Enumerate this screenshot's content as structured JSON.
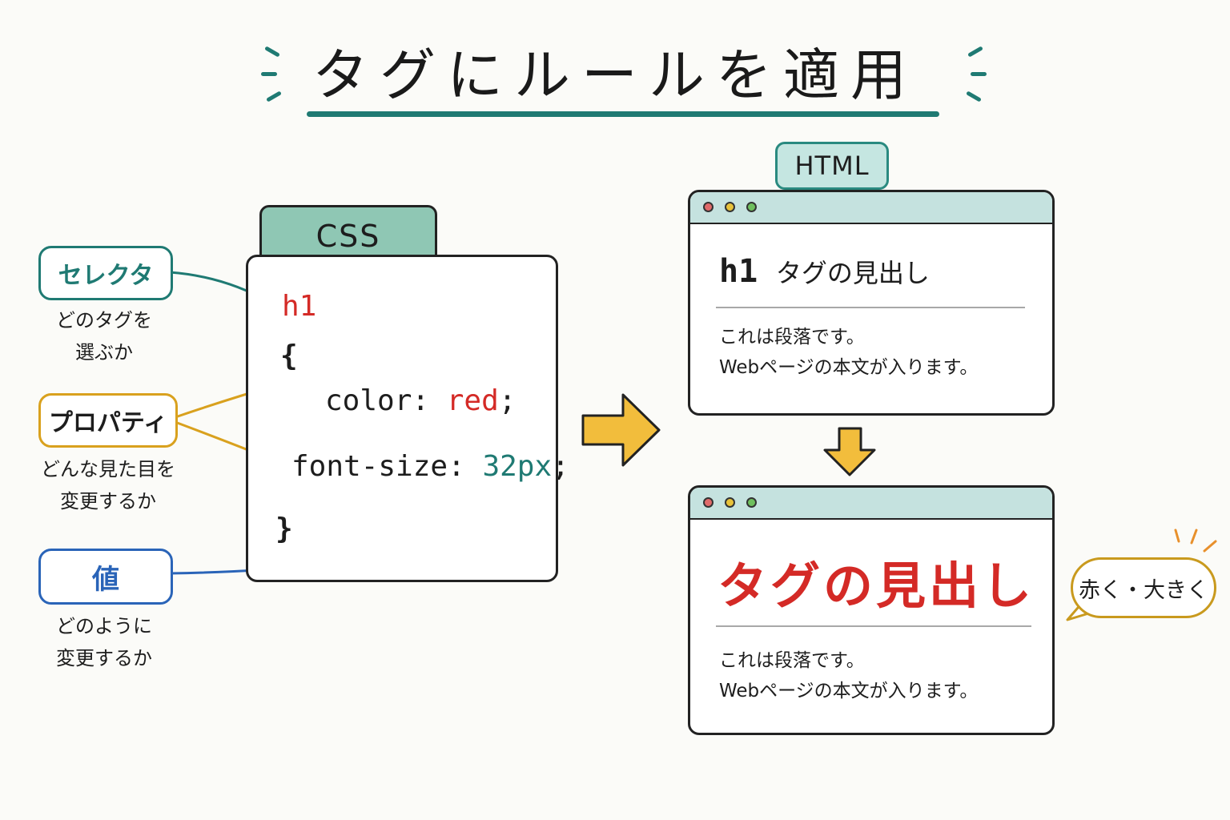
{
  "title": "タグにルールを適用",
  "annotations": {
    "selector": {
      "label": "セレクタ",
      "description": [
        "どのタグを",
        "選ぶか"
      ],
      "color": "#1f7a73"
    },
    "property": {
      "label": "プロパティ",
      "description": [
        "どんな見た目を",
        "変更するか"
      ],
      "color": "#d9a11e"
    },
    "value": {
      "label": "値",
      "description": [
        "どのように",
        "変更するか"
      ],
      "color": "#2a64b8"
    }
  },
  "css_card": {
    "tab_label": "CSS",
    "selector": "h1",
    "open_brace": "{",
    "declarations": [
      {
        "property": "color",
        "colon": ":",
        "value": "red",
        "semicolon": ";"
      },
      {
        "property": "font-size",
        "colon": ":",
        "value": "32px",
        "semicolon": ";"
      }
    ],
    "close_brace": "}"
  },
  "html_tab_label": "HTML",
  "before_window": {
    "heading_tag": "h1",
    "heading_text": "タグの見出し",
    "paragraph": [
      "これは段落です。",
      "Webページの本文が入ります。"
    ]
  },
  "after_window": {
    "heading_text": "タグの見出し",
    "paragraph": [
      "これは段落です。",
      "Webページの本文が入ります。"
    ]
  },
  "callout": "赤く・大きく",
  "colors": {
    "teal": "#1f7a73",
    "gold": "#d9a11e",
    "blue": "#2a64b8",
    "red": "#d42a26",
    "css_tab": "#8fc7b4",
    "browser_bar": "#c5e2df",
    "arrow_fill": "#f2bd3c"
  }
}
